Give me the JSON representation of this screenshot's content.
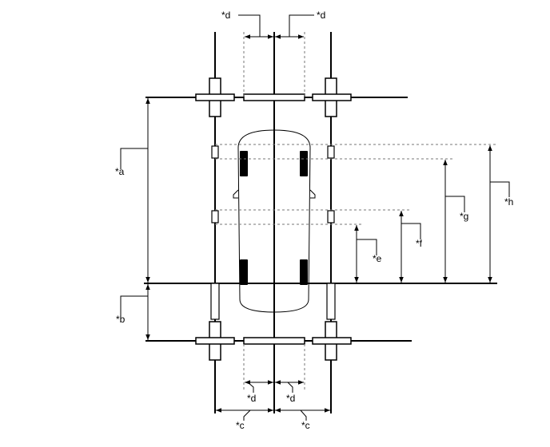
{
  "labels": {
    "a": "*a",
    "b": "*b",
    "c": "*c",
    "d": "*d",
    "e": "*e",
    "f": "*f",
    "g": "*g",
    "h": "*h"
  }
}
